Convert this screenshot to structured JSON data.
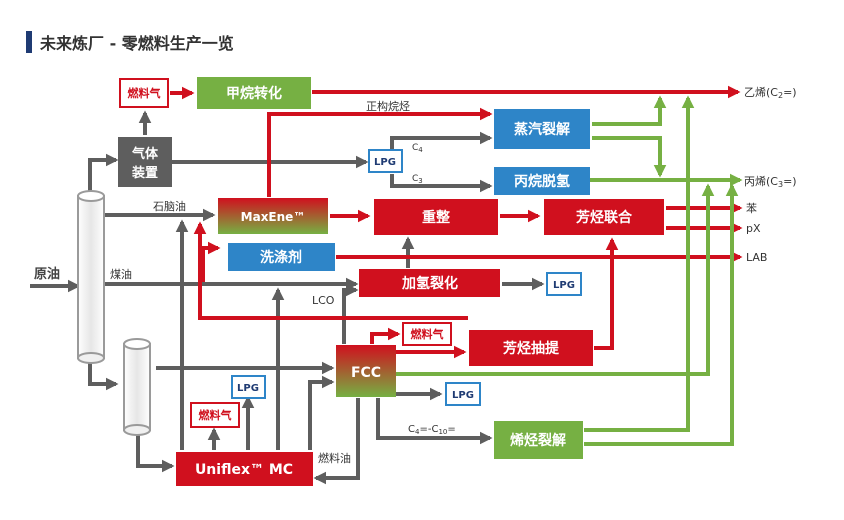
{
  "title": "未来炼厂 - 零燃料生产一览",
  "colors": {
    "red": "#d0101e",
    "green": "#76b043",
    "blue": "#2e85c8",
    "gray": "#5e5e5e",
    "column": "#9a9a9a"
  },
  "units": {
    "fuel_gas_top": "燃料气",
    "methane_conv": "甲烷转化",
    "gas_unit": "气体装置",
    "lpg_1": "LPG",
    "steam_crack": "蒸汽裂解",
    "propane_dehyd": "丙烷脱氢",
    "maxene": "MaxEne™",
    "reform": "重整",
    "arom_complex": "芳烃联合",
    "detergent": "洗涤剂",
    "hydrocrack": "加氢裂化",
    "lpg_2": "LPG",
    "fuel_gas_mid": "燃料气",
    "arom_extract": "芳烃抽提",
    "fcc": "FCC",
    "lpg_3": "LPG",
    "lpg_4": "LPG",
    "fuel_gas_low": "燃料气",
    "olefin_crack": "烯烃裂解",
    "uniflex": "Uniflex™ MC"
  },
  "labels": {
    "crude": "原油",
    "naphtha": "石脑油",
    "kerosene": "煤油",
    "n_paraffin": "正构烷烃",
    "c4": "C4",
    "c3": "C3",
    "lco": "LCO",
    "fuel_oil": "燃料油",
    "c4c10": "C4=-C10="
  },
  "products": {
    "ethylene": "乙烯(C2=)",
    "propylene": "丙烯(C3=)",
    "benzene": "苯",
    "px": "pX",
    "lab": "LAB"
  }
}
